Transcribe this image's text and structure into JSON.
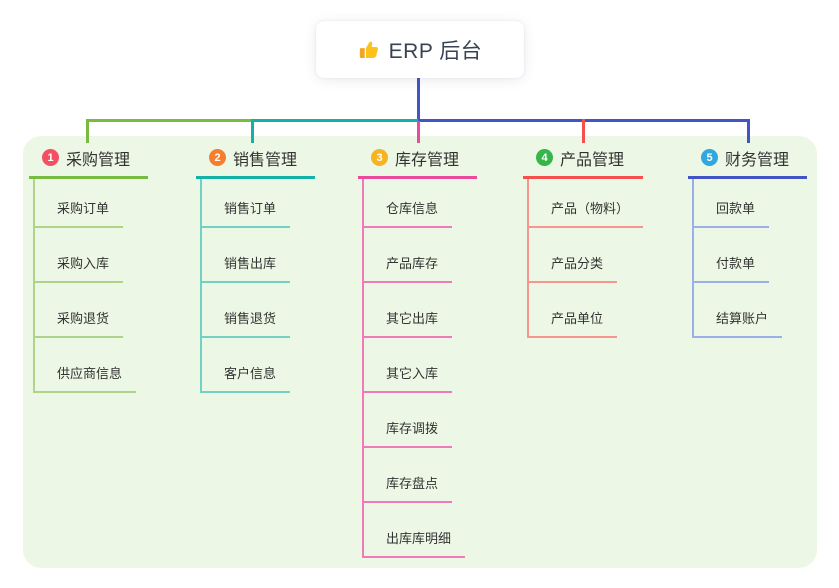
{
  "root": {
    "title": "ERP 后台",
    "icon": "thumbs-up-icon",
    "connector_color": "#4355c4",
    "text_color": "#3a4353",
    "icon_color": "#fcc21b"
  },
  "colors": {
    "panel_bg": "#ecf8e5",
    "node_text": "#333333",
    "card_bg": "#ffffff"
  },
  "branches": [
    {
      "num": "1",
      "label": "采购管理",
      "badge_color": "#f25163",
      "line_color": "#79ba40",
      "child_line_color": "#aed489",
      "children": [
        "采购订单",
        "采购入库",
        "采购退货",
        "供应商信息"
      ]
    },
    {
      "num": "2",
      "label": "销售管理",
      "badge_color": "#f67e2c",
      "line_color": "#12b2a6",
      "child_line_color": "#72d0c5",
      "children": [
        "销售订单",
        "销售出库",
        "销售退货",
        "客户信息"
      ]
    },
    {
      "num": "3",
      "label": "库存管理",
      "badge_color": "#f8b320",
      "line_color": "#ea4a9c",
      "child_line_color": "#f17ab9",
      "children": [
        "仓库信息",
        "产品库存",
        "其它出库",
        "其它入库",
        "库存调拨",
        "库存盘点",
        "出库库明细"
      ]
    },
    {
      "num": "4",
      "label": "产品管理",
      "badge_color": "#37b54a",
      "line_color": "#f4514e",
      "child_line_color": "#f79691",
      "children": [
        "产品（物料）",
        "产品分类",
        "产品单位"
      ]
    },
    {
      "num": "5",
      "label": "财务管理",
      "badge_color": "#2fa7e0",
      "line_color": "#4355c4",
      "child_line_color": "#9cafe6",
      "children": [
        "回款单",
        "付款单",
        "结算账户"
      ]
    }
  ]
}
